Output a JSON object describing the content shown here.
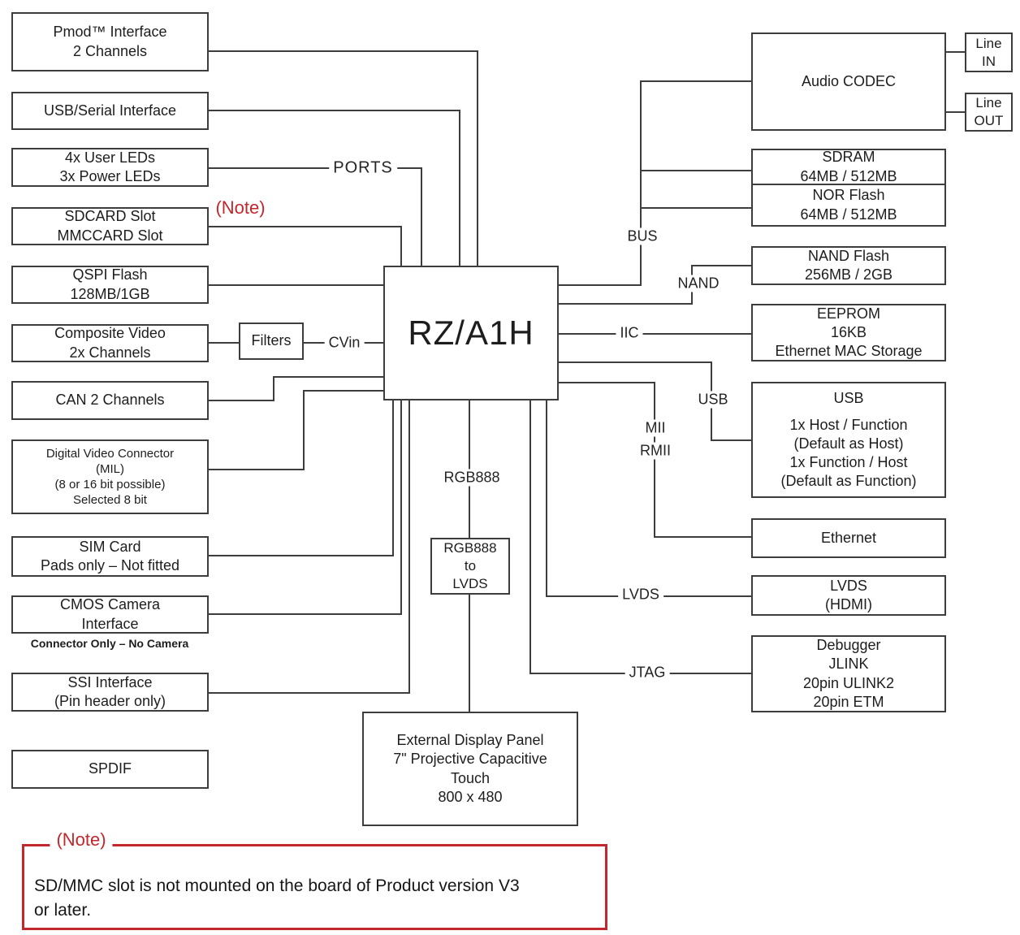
{
  "colors": {
    "line": "#3d3d3d",
    "red": "#c1272d",
    "text": "#1d1d1d"
  },
  "chip": {
    "label": "RZ/A1H"
  },
  "left_boxes": {
    "pmod": [
      "Pmod™ Interface",
      "2 Channels"
    ],
    "usb_serial": [
      "USB/Serial Interface"
    ],
    "leds": [
      "4x User LEDs",
      "3x Power LEDs"
    ],
    "sdcard": [
      "SDCARD Slot",
      "MMCCARD Slot"
    ],
    "qspi": [
      "QSPI Flash",
      "128MB/1GB"
    ],
    "composite_video": [
      "Composite Video",
      "2x Channels"
    ],
    "can": [
      "CAN 2 Channels"
    ],
    "digital_video": [
      "Digital Video Connector",
      "(MIL)",
      "(8 or 16 bit possible)",
      "Selected 8 bit"
    ],
    "sim": [
      "SIM Card",
      "Pads only – Not fitted"
    ],
    "cmos": [
      "CMOS Camera",
      "Interface"
    ],
    "cmos_caption": "Connector Only – No Camera",
    "ssi": [
      "SSI Interface",
      "(Pin header only)"
    ],
    "spdif": [
      "SPDIF"
    ]
  },
  "middle": {
    "filters": "Filters",
    "rgb_bridge": [
      "RGB888",
      "to",
      "LVDS"
    ],
    "display_panel": [
      "External Display Panel",
      "7\" Projective Capacitive",
      "Touch",
      "800 x 480"
    ]
  },
  "right_boxes": {
    "audio_codec": [
      "Audio CODEC"
    ],
    "line_in": [
      "Line",
      "IN"
    ],
    "line_out": [
      "Line",
      "OUT"
    ],
    "sdram": [
      "SDRAM",
      "64MB / 512MB"
    ],
    "nor_flash": [
      "NOR Flash",
      "64MB / 512MB"
    ],
    "nand_flash": [
      "NAND Flash",
      "256MB / 2GB"
    ],
    "eeprom": [
      "EEPROM",
      "16KB",
      "Ethernet MAC Storage"
    ],
    "usb": {
      "title": "USB",
      "lines": [
        "1x Host / Function",
        "(Default as Host)",
        "1x Function / Host",
        "(Default as Function)"
      ]
    },
    "ethernet": [
      "Ethernet"
    ],
    "lvds": [
      "LVDS",
      "(HDMI)"
    ],
    "debugger": [
      "Debugger",
      "JLINK",
      "20pin ULINK2",
      "20pin ETM"
    ]
  },
  "bus_labels": {
    "ports": "PORTS",
    "cvin": "CVin",
    "rgb888": "RGB888",
    "bus": "BUS",
    "nand": "NAND",
    "iic": "IIC",
    "usb": "USB",
    "mii": "MII",
    "rmii": "RMII",
    "lvds": "LVDS",
    "jtag": "JTAG"
  },
  "note": {
    "label": "(Note)",
    "lines": [
      "SD/MMC slot is not mounted on the board of Product version V3",
      "or later."
    ]
  }
}
